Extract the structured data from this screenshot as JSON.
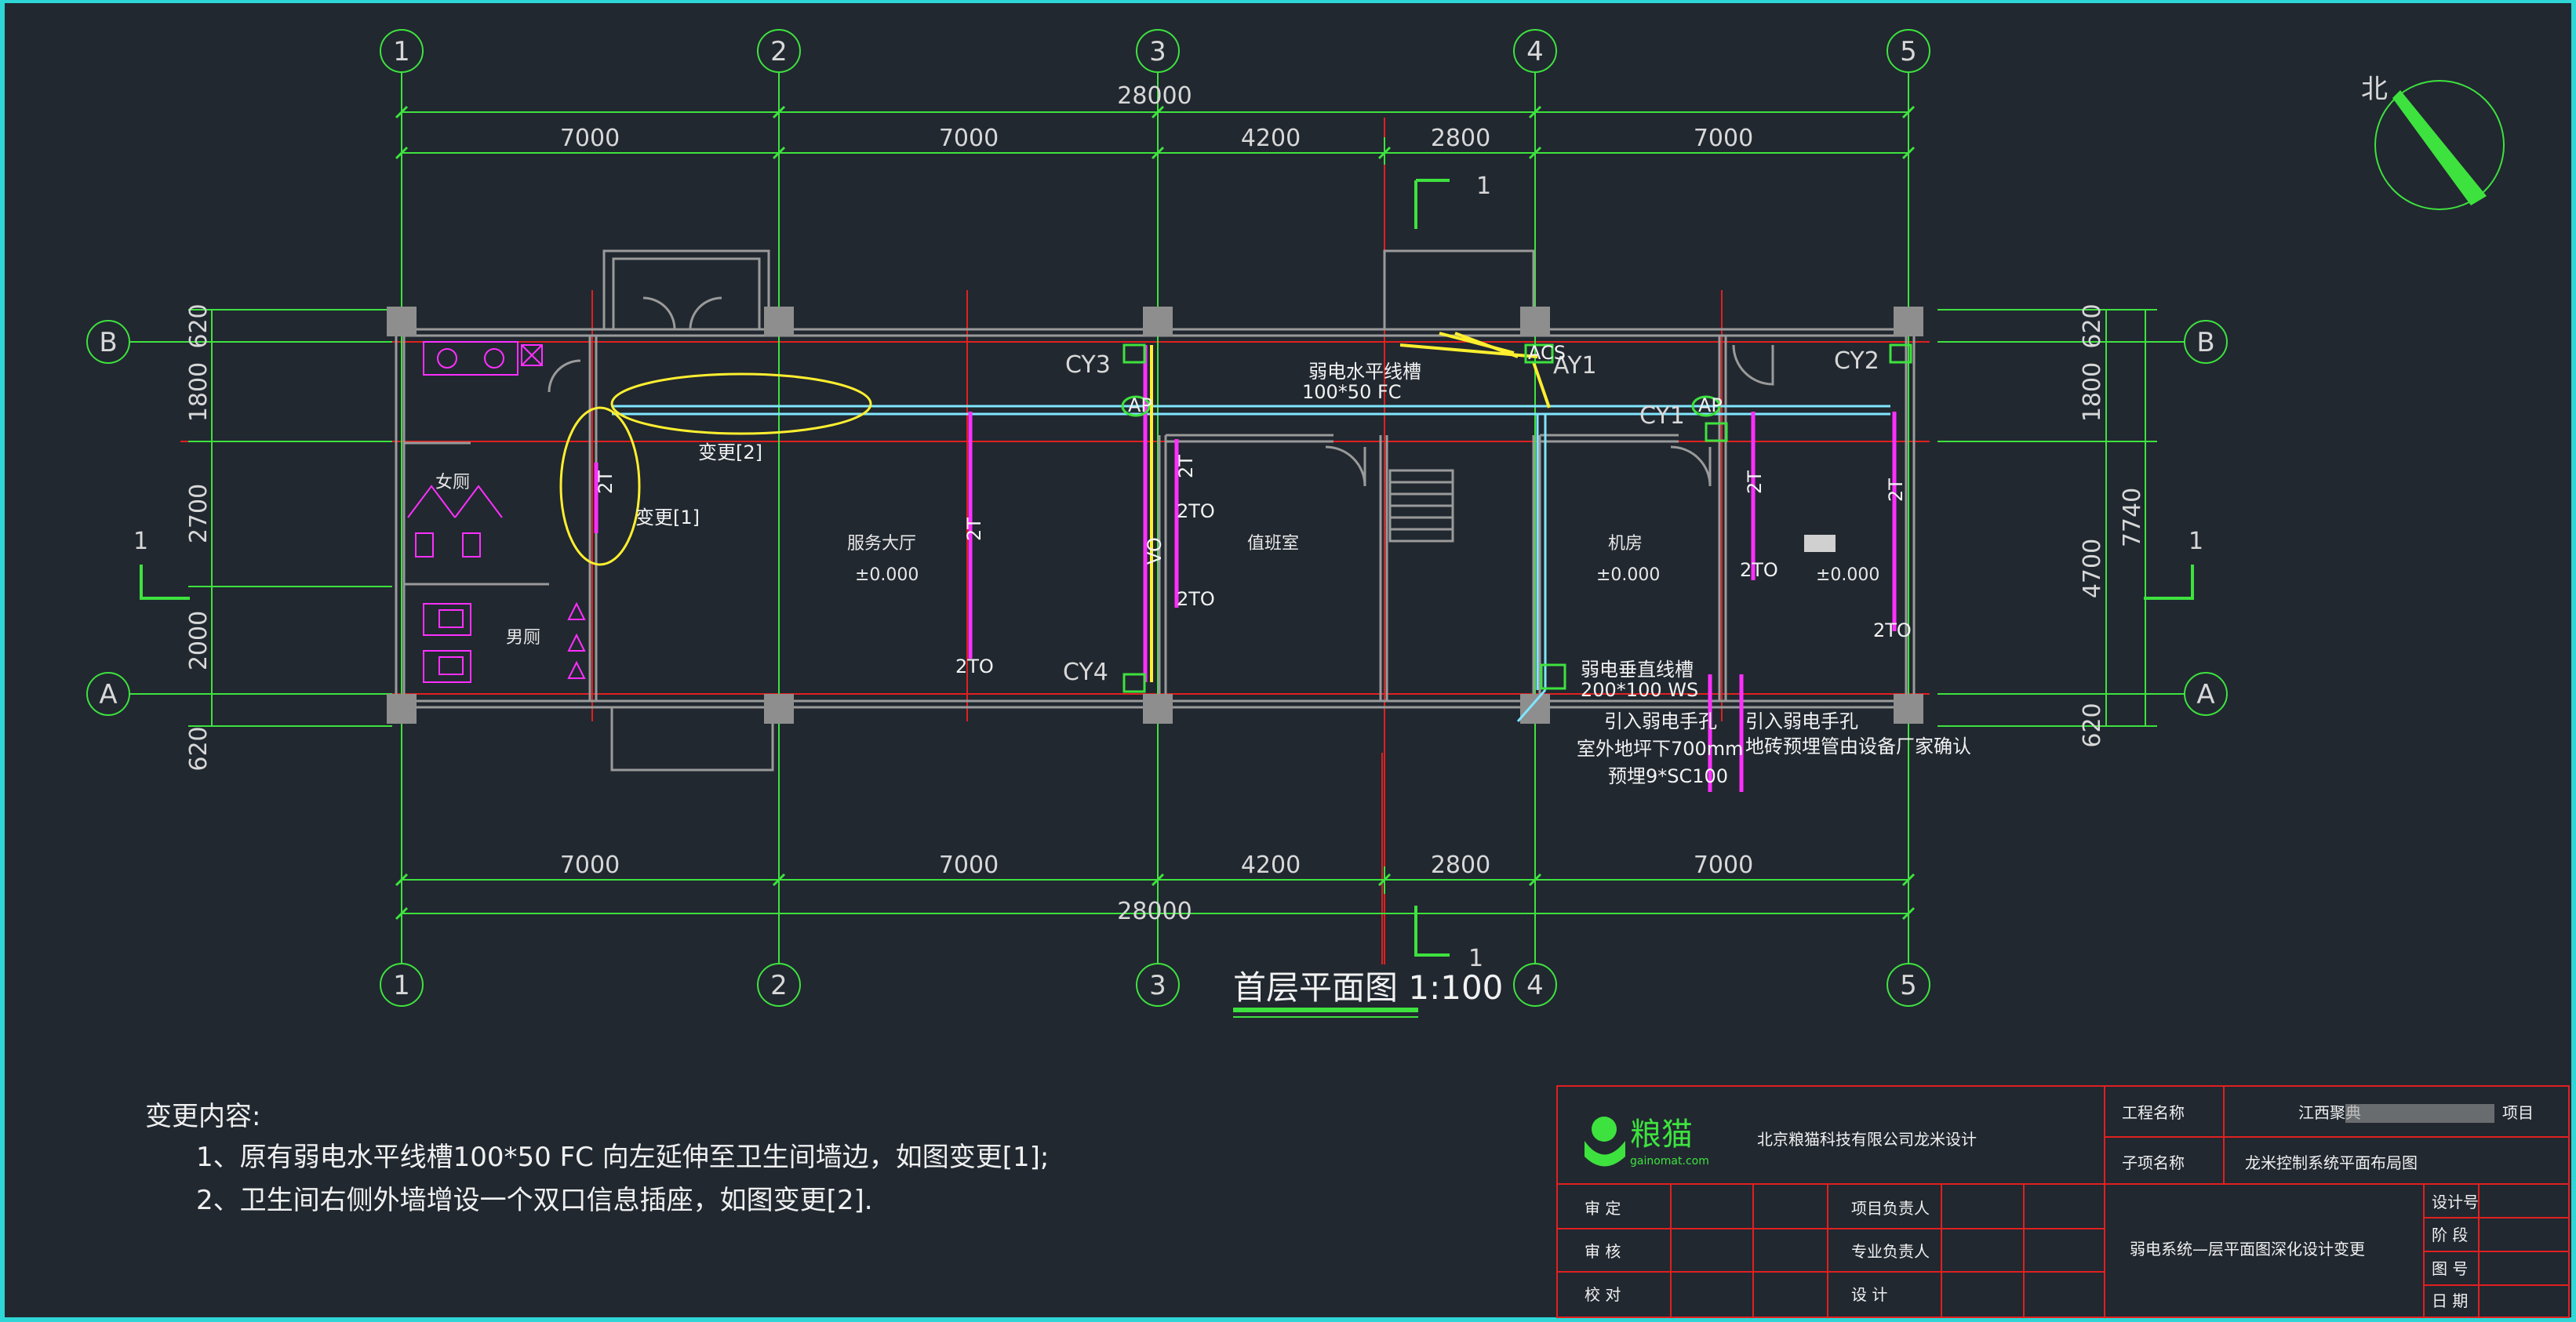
{
  "drawing": {
    "title": "首层平面图 1:100",
    "north_label": "北",
    "grid_axes_numbers": [
      "1",
      "2",
      "3",
      "4",
      "5"
    ],
    "grid_axes_letters": [
      "B",
      "A"
    ],
    "dims_top_total": "28000",
    "dims_top": [
      "7000",
      "7000",
      "4200",
      "2800",
      "7000"
    ],
    "dims_bottom_total": "28000",
    "dims_bottom": [
      "7000",
      "7000",
      "4200",
      "2800",
      "7000"
    ],
    "dims_left": [
      "620",
      "1800",
      "2700",
      "2000",
      "620"
    ],
    "dims_right": [
      "620",
      "1800",
      "4700",
      "620"
    ],
    "dims_right_total": "7740",
    "section_mark": "1",
    "rooms": {
      "female_toilet": "女厕",
      "male_toilet": "男厕",
      "service_hall": "服务大厅",
      "duty_room": "值班室",
      "machine_room": "机房",
      "level": "±0.000"
    },
    "change_tags": [
      "变更[1]",
      "变更[2]"
    ],
    "labels": {
      "cy1": "CY1",
      "cy2": "CY2",
      "cy3": "CY3",
      "cy4": "CY4",
      "ay1": "AY1",
      "ap": "AP",
      "acs": "ACS",
      "tray_horizontal": "弱电水平线槽",
      "tray_horizontal_spec": "100*50  FC",
      "tray_vertical": "弱电垂直线槽",
      "tray_vertical_spec": "200*100  WS",
      "entry1_line1": "引入弱电手孔",
      "entry1_line2": "室外地坪下700mm",
      "entry1_line3": "预埋9*SC100",
      "entry2_line1": "引入弱电手孔",
      "entry2_line2": "地砖预埋管由设备厂家确认",
      "t2": "2T",
      "t2o": "2TO",
      "vo": "VO"
    }
  },
  "notes": {
    "heading": "变更内容:",
    "items": [
      "1、原有弱电水平线槽100*50    FC  向左延伸至卫生间墙边，如图变更[1];",
      "2、卫生间右侧外墙增设一个双口信息插座，如图变更[2]."
    ]
  },
  "title_block": {
    "logo_text": "粮猫",
    "logo_sub": "gainomat.com",
    "company": "北京粮猫科技有限公司龙米设计",
    "project_name_label": "工程名称",
    "project_name_value": "江西聚典",
    "project_name_suffix": "项目",
    "subproject_label": "子项名称",
    "subproject_value": "龙米控制系统平面布局图",
    "drawing_desc": "弱电系统—层平面图深化设计变更",
    "roles": [
      "审  定",
      "审  核",
      "校  对"
    ],
    "roles_right": [
      "项目负责人",
      "专业负责人",
      "设   计"
    ],
    "meta_labels": [
      "设计号",
      "阶  段",
      "图  号",
      "日  期"
    ]
  },
  "colors": {
    "background": "#212830",
    "border": "#2fd6d6",
    "axis_green": "#3ee23e",
    "wall_grey": "#8a8a8a",
    "magenta": "#ff2fff",
    "yellow": "#ffef2f",
    "cyan_tray": "#7fe6ff",
    "red_axis": "#e02020"
  }
}
